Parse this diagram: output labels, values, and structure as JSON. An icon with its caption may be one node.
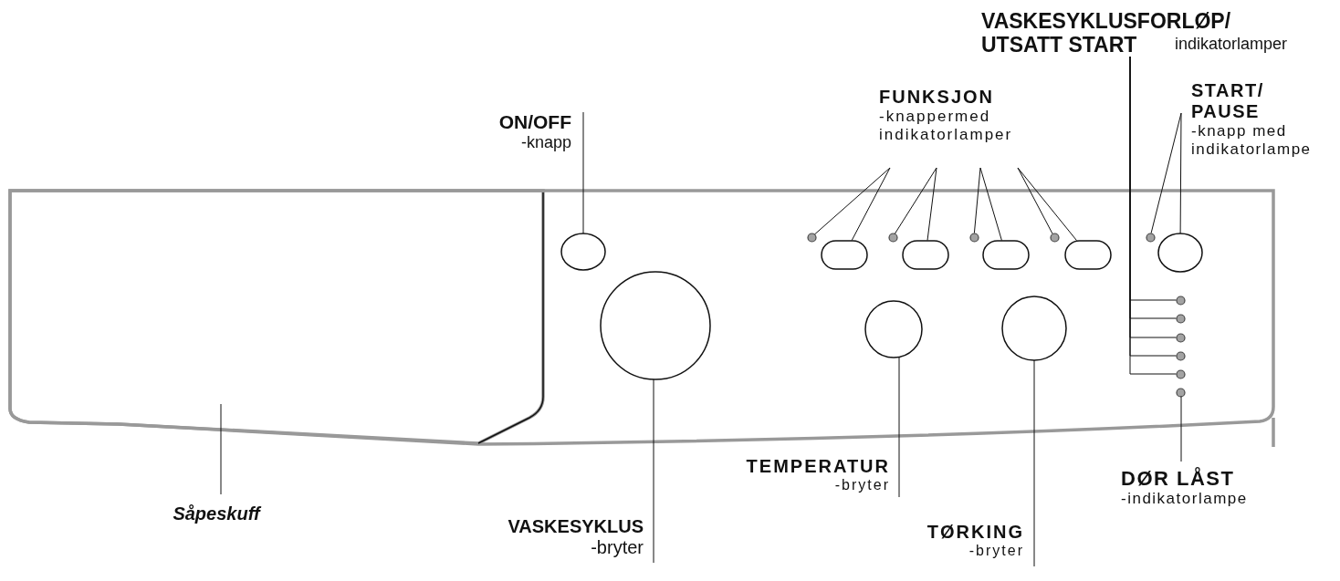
{
  "diagram": {
    "nodes": [
      {
        "text": [],
        "shape": "box"
      },
      {
        "text": [],
        "shape": "box",
        "in": 0
      },
      {
        "text": [],
        "shape": "circle",
        "in": 0
      },
      {
        "text": [],
        "shape": "circle",
        "in": 0
      },
      {
        "text": [],
        "shape": "box",
        "in": 0
      },
      {
        "text": [],
        "shape": "circle",
        "in": 0
      },
      {
        "text": [],
        "shape": "box",
        "in": 0
      },
      {
        "text": [],
        "shape": "circle",
        "in": 0
      },
      {
        "text": [],
        "shape": "box",
        "in": 0
      },
      {
        "text": [],
        "shape": "circle",
        "in": 0
      },
      {
        "text": [],
        "shape": "box",
        "in": 0
      },
      {
        "text": [],
        "shape": "circle",
        "in": 0
      },
      {
        "text": [],
        "shape": "circle",
        "in": 0
      },
      {
        "text": [],
        "shape": "circle",
        "in": 0
      },
      {
        "text": [],
        "shape": "circle",
        "in": 0
      },
      {
        "text": [],
        "shape": "circle",
        "in": 0
      },
      {
        "text": [],
        "shape": "circle",
        "in": 0
      },
      {
        "text": [],
        "shape": "circle",
        "in": 0
      },
      {
        "text": [],
        "shape": "circle",
        "in": 0
      },
      {
        "text": [],
        "shape": "circle",
        "in": 0
      },
      {
        "text": [],
        "shape": "circle",
        "in": 0
      },
      {
        "text": [],
        "shape": "circle",
        "in": 0
      },
      {
        "text": [
          "ON/OFF",
          "-knapp"
        ]
      },
      {
        "text": [
          "FUNKSJON",
          "-knappermed indikatorlamper"
        ]
      },
      {
        "text": [
          "VASKESYKLUSFORLØP/ UTSATT START",
          "indikatorlamper"
        ]
      },
      {
        "text": [
          "START/ PAUSE",
          "-knapp med indikatorlampe"
        ]
      },
      {
        "text": [
          "Såpeskuff"
        ]
      },
      {
        "text": [
          "VASKESYKLUS",
          "-bryter"
        ]
      },
      {
        "text": [
          "TEMPERATUR",
          "-bryter"
        ]
      },
      {
        "text": [
          "TØRKING",
          "-bryter"
        ]
      },
      {
        "text": [
          "DØR LÅST",
          "-indikatorlampe"
        ]
      }
    ],
    "edges": [
      {
        "from": 22,
        "to": 2,
        "arrow": "none"
      },
      {
        "from": 23,
        "to": 3,
        "arrow": "none"
      },
      {
        "from": 23,
        "to": 4,
        "arrow": "none"
      },
      {
        "from": 23,
        "to": 5,
        "arrow": "none"
      },
      {
        "from": 23,
        "to": 6,
        "arrow": "none"
      },
      {
        "from": 23,
        "to": 7,
        "arrow": "none"
      },
      {
        "from": 23,
        "to": 8,
        "arrow": "none"
      },
      {
        "from": 23,
        "to": 9,
        "arrow": "none"
      },
      {
        "from": 23,
        "to": 10,
        "arrow": "none"
      },
      {
        "from": 24,
        "to": 13,
        "arrow": "none"
      },
      {
        "from": 24,
        "to": 14,
        "arrow": "none"
      },
      {
        "from": 24,
        "to": 15,
        "arrow": "none"
      },
      {
        "from": 24,
        "to": 16,
        "arrow": "none"
      },
      {
        "from": 24,
        "to": 17,
        "arrow": "none"
      },
      {
        "from": 25,
        "to": 11,
        "arrow": "none"
      },
      {
        "from": 25,
        "to": 12,
        "arrow": "none"
      },
      {
        "from": 26,
        "to": 1,
        "arrow": "none"
      },
      {
        "from": 27,
        "to": 19,
        "arrow": "none"
      },
      {
        "from": 28,
        "to": 20,
        "arrow": "none"
      },
      {
        "from": 29,
        "to": 21,
        "arrow": "none"
      },
      {
        "from": 30,
        "to": 18,
        "arrow": "none"
      }
    ]
  }
}
